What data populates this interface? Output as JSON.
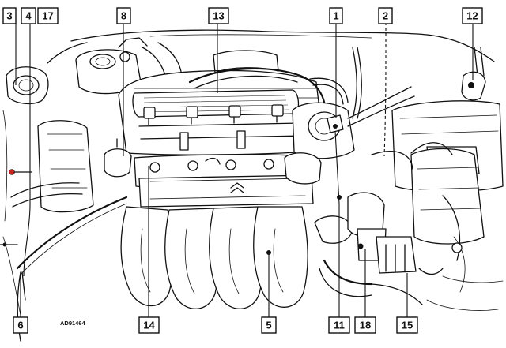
{
  "figure": {
    "code": "AD91464",
    "colors": {
      "ink": "#111111",
      "marker": "#cc2222"
    }
  },
  "callouts": {
    "c3": "3",
    "c4": "4",
    "c17": "17",
    "c8": "8",
    "c13": "13",
    "c1": "1",
    "c2": "2",
    "c12": "12",
    "c6": "6",
    "c14": "14",
    "c5": "5",
    "c11": "11",
    "c18": "18",
    "c15": "15"
  }
}
